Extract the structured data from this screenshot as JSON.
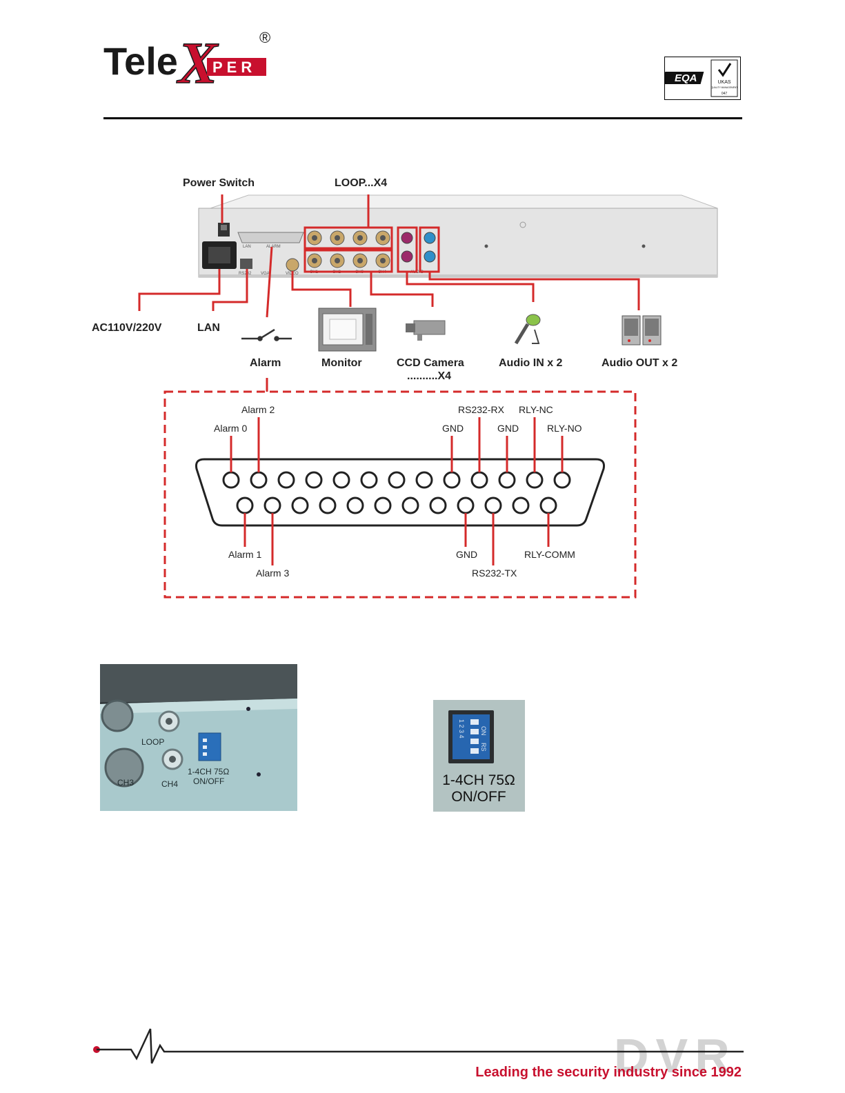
{
  "header": {
    "brand_part1": "Tele",
    "brand_x": "X",
    "brand_part2": "PER",
    "registered_mark": "®",
    "cert_logo_text": "EQA",
    "cert_ukas_text": "UKAS",
    "cert_ukas_sub": "QUALITY MANAGEMENT",
    "cert_ukas_num": "047"
  },
  "diagram": {
    "callouts": {
      "power_switch": "Power Switch",
      "loop": "LOOP...X4",
      "ac": "AC110V/220V",
      "lan": "LAN",
      "alarm": "Alarm",
      "monitor": "Monitor",
      "ccd_camera_line1": "CCD Camera",
      "ccd_camera_line2": "..........X4",
      "audio_in": "Audio IN x 2",
      "audio_out": "Audio OUT x 2"
    },
    "panel_labels": {
      "lan": "LAN",
      "alarm": "ALARM",
      "rs232": "RS232",
      "vga": "VGA",
      "video": "VIDEO",
      "audio": "AUDIO",
      "ch1": "CH1",
      "ch2": "CH2",
      "ch3": "CH3",
      "ch4": "CH4"
    },
    "pins": {
      "alarm0": "Alarm 0",
      "alarm2": "Alarm 2",
      "gnd_top1": "GND",
      "rs232_rx": "RS232-RX",
      "gnd_top2": "GND",
      "rly_nc": "RLY-NC",
      "rly_no": "RLY-NO",
      "alarm1": "Alarm 1",
      "alarm3": "Alarm 3",
      "gnd_bottom": "GND",
      "rs232_tx": "RS232-TX",
      "rly_comm": "RLY-COMM"
    }
  },
  "photos": {
    "photo1": {
      "loop": "LOOP",
      "ch3": "CH3",
      "ch4": "CH4",
      "switch_line1": "1-4CH 75Ω",
      "switch_line2": "ON/OFF"
    },
    "photo2": {
      "on": "ON",
      "rs": "RS",
      "nums": "1 2 3 4",
      "switch_line1": "1-4CH 75Ω",
      "switch_line2": "ON/OFF"
    }
  },
  "footer": {
    "watermark": "DVR",
    "tagline": "Leading the security industry since 1992"
  },
  "colors": {
    "brand_red": "#c8102e",
    "callout_red": "#d42a2a",
    "text_dark": "#222222"
  }
}
